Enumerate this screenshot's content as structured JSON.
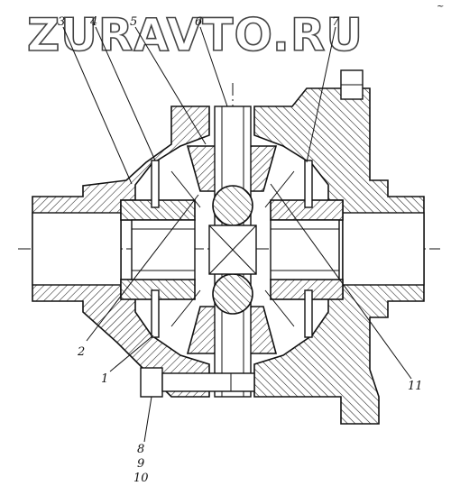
{
  "watermark": "ZURAVTO.RU",
  "corner_mark": "~",
  "labels": {
    "l1": "1",
    "l2": "2",
    "l3": "3",
    "l4": "4",
    "l5": "5",
    "l6": "6",
    "l7": "7",
    "l8": "8",
    "l9": "9",
    "l10": "10",
    "l11": "11"
  }
}
